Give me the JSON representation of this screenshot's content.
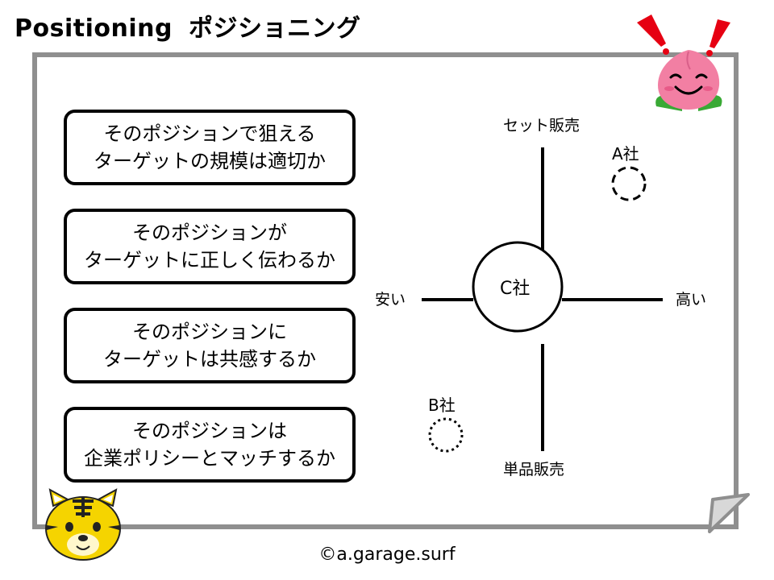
{
  "header": {
    "title_en": "Positioning",
    "title_jp": "ポジショニング"
  },
  "questions": [
    {
      "line1": "そのポジションで狙える",
      "line2": "ターゲットの規模は適切か"
    },
    {
      "line1": "そのポジションが",
      "line2": "ターゲットに正しく伝わるか"
    },
    {
      "line1": "そのポジションに",
      "line2": "ターゲットは共感するか"
    },
    {
      "line1": "そのポジションは",
      "line2": "企業ポリシーとマッチするか"
    }
  ],
  "map": {
    "axis_top": "セット販売",
    "axis_bottom": "単品販売",
    "axis_left": "安い",
    "axis_right": "高い",
    "companies": {
      "a": "A社",
      "b": "B社",
      "c": "C社"
    }
  },
  "footer": {
    "copyright": "©a.garage.surf"
  },
  "colors": {
    "frame": "#8f8f8f",
    "peach": "#f27fa3",
    "leaf": "#39a935",
    "tiger": "#f5d400",
    "alert": "#e60012"
  }
}
